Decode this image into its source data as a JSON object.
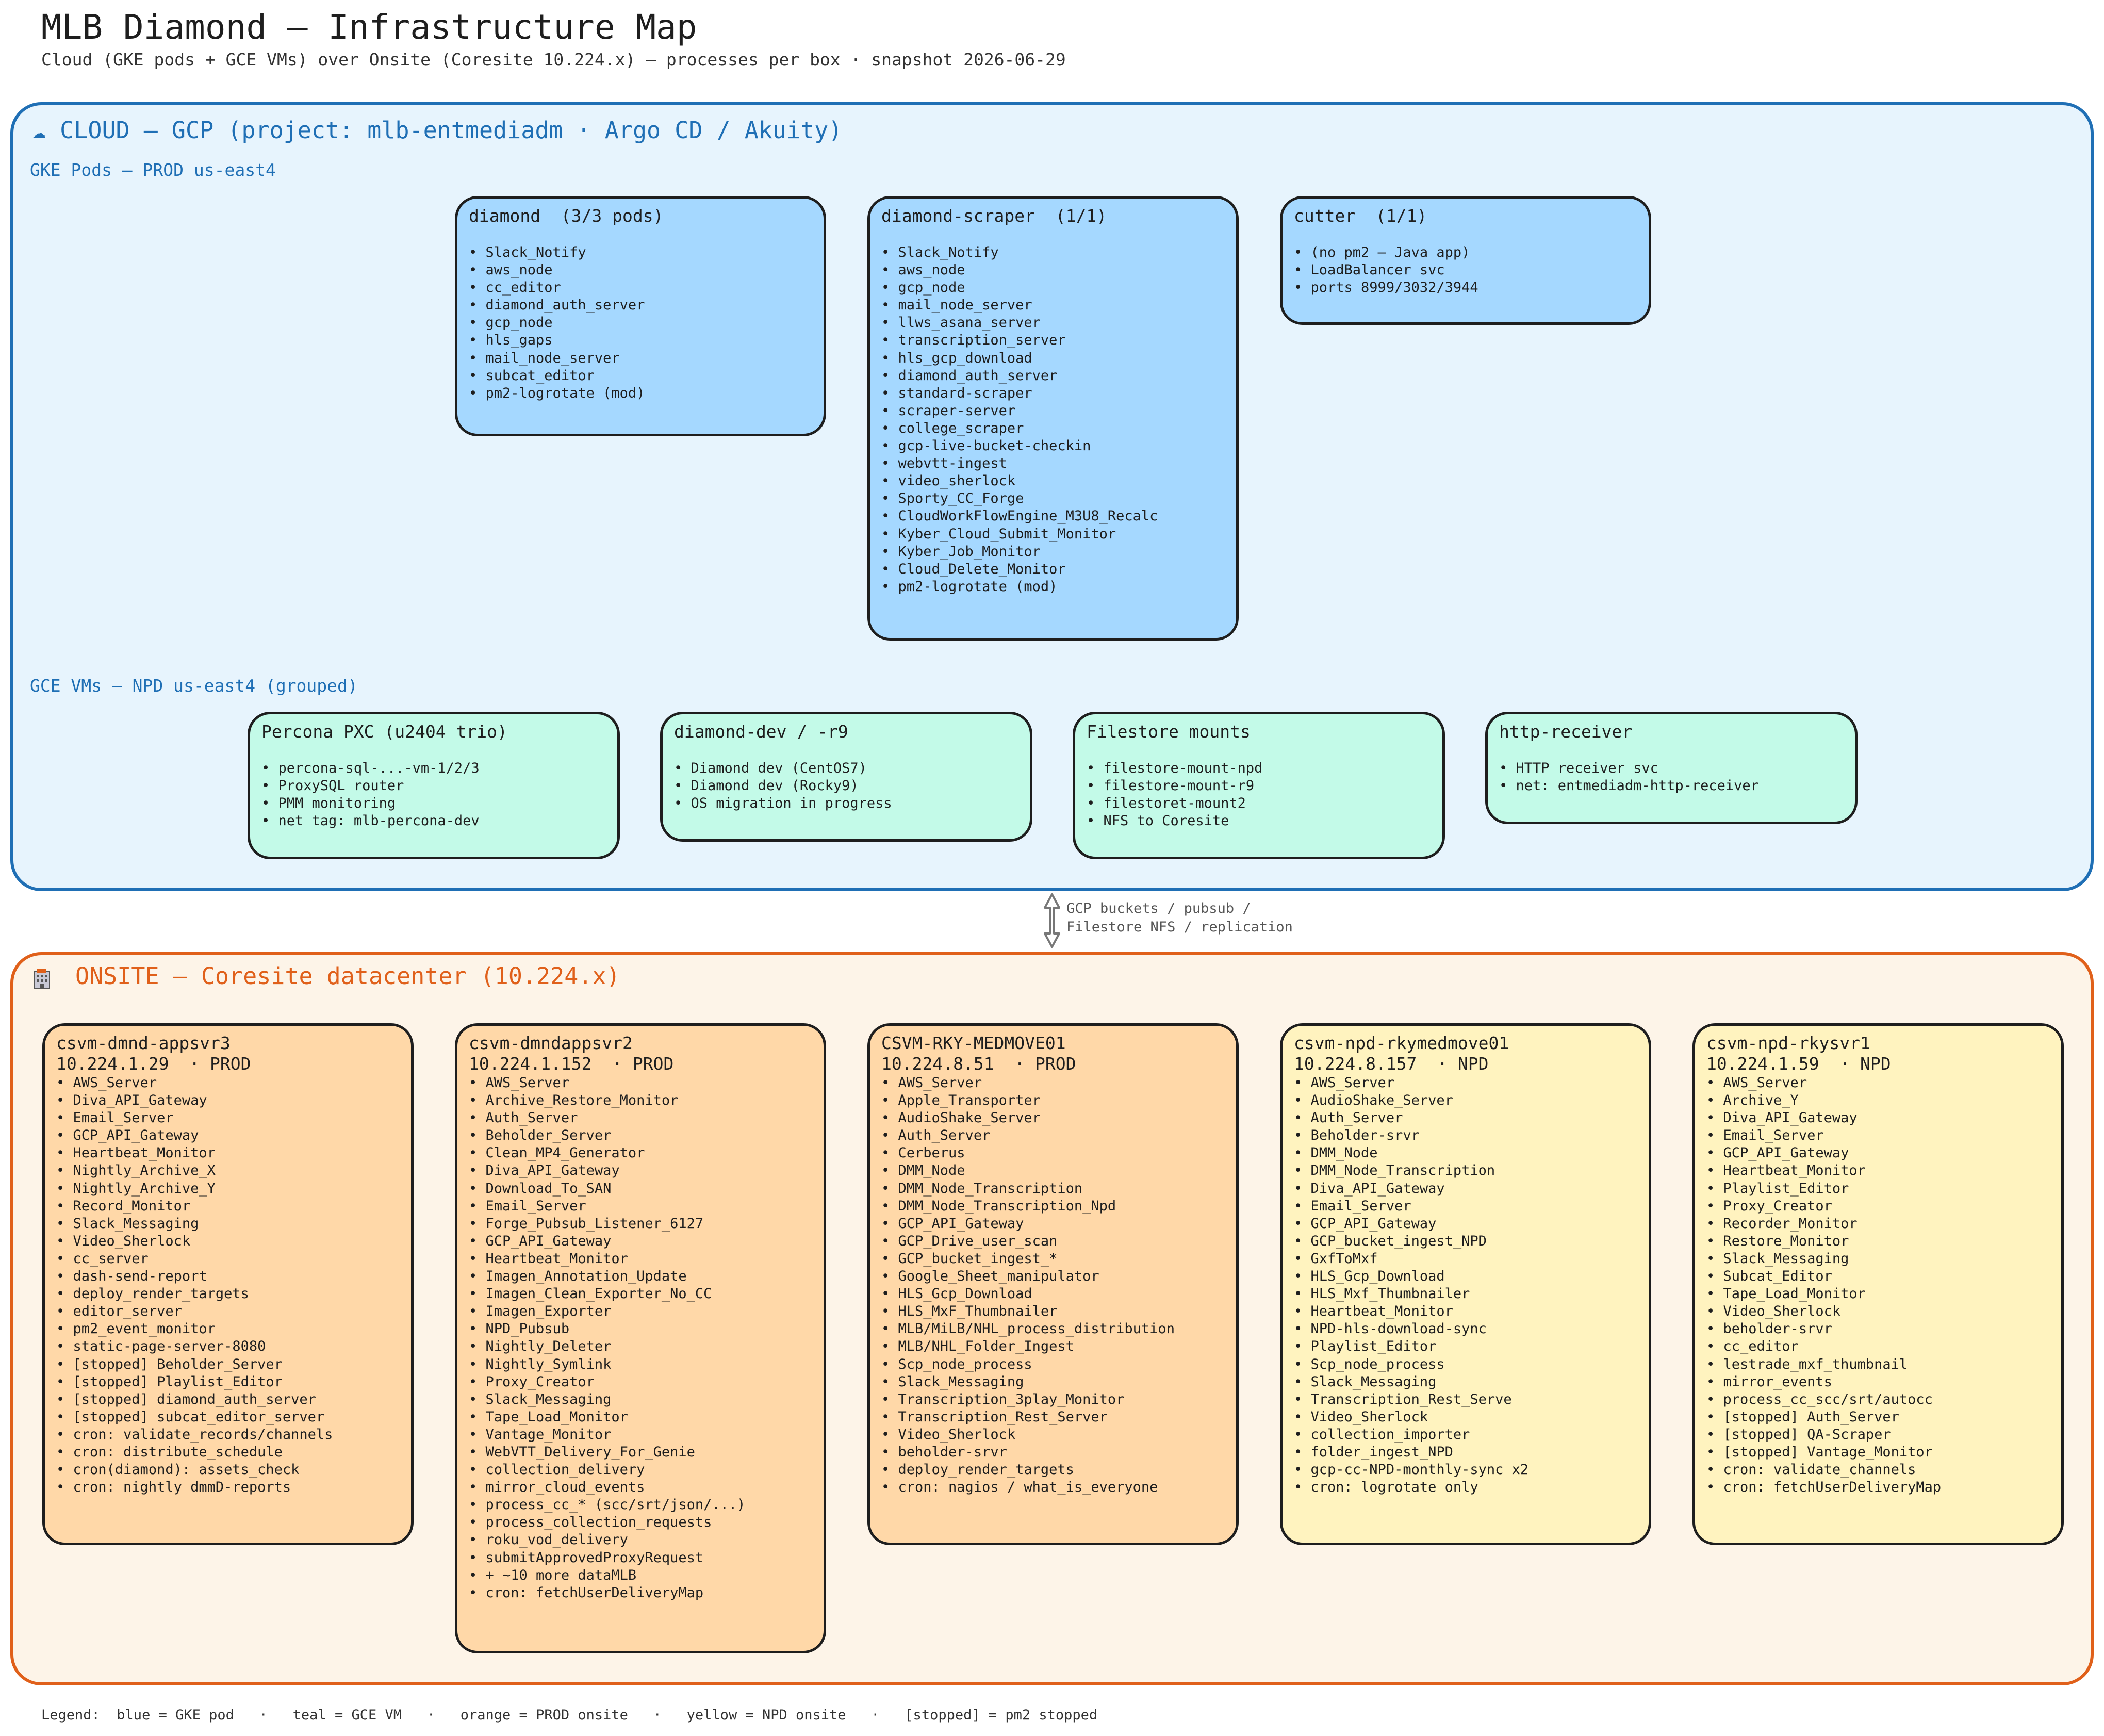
{
  "header": {
    "title": "MLB Diamond — Infrastructure Map",
    "subtitle": "Cloud (GKE pods + GCE VMs) over Onsite (Coresite 10.224.x) — processes per box · snapshot 2026-06-29"
  },
  "cloud": {
    "icon": "cloud-icon",
    "title": "☁  CLOUD — GCP  (project: mlb-entmediadm  · Argo CD / Akuity)",
    "gke_label": "GKE Pods — PROD us-east4",
    "gce_label": "GCE VMs — NPD us-east4 (grouped)",
    "pods": [
      {
        "title": "diamond  (3/3 pods)",
        "items": [
          "Slack_Notify",
          "aws_node",
          "cc_editor",
          "diamond_auth_server",
          "gcp_node",
          "hls_gaps",
          "mail_node_server",
          "subcat_editor",
          "pm2-logrotate (mod)"
        ]
      },
      {
        "title": "diamond-scraper  (1/1)",
        "items": [
          "Slack_Notify",
          "aws_node",
          "gcp_node",
          "mail_node_server",
          "llws_asana_server",
          "transcription_server",
          "hls_gcp_download",
          "diamond_auth_server",
          "standard-scraper",
          "scraper-server",
          "college_scraper",
          "gcp-live-bucket-checkin",
          "webvtt-ingest",
          "video_sherlock",
          "Sporty_CC_Forge",
          "CloudWorkFlowEngine_M3U8_Recalc",
          "Kyber_Cloud_Submit_Monitor",
          "Kyber_Job_Monitor",
          "Cloud_Delete_Monitor",
          "pm2-logrotate (mod)"
        ]
      },
      {
        "title": "cutter  (1/1)",
        "items": [
          "(no pm2 — Java app)",
          "LoadBalancer svc",
          "ports 8999/3032/3944"
        ]
      }
    ],
    "vms": [
      {
        "title": "Percona PXC (u2404 trio)",
        "items": [
          "percona-sql-...-vm-1/2/3",
          "ProxySQL router",
          "PMM monitoring",
          "net tag: mlb-percona-dev"
        ]
      },
      {
        "title": "diamond-dev / -r9",
        "items": [
          "Diamond dev (CentOS7)",
          "Diamond dev (Rocky9)",
          "OS migration in progress"
        ]
      },
      {
        "title": "Filestore mounts",
        "items": [
          "filestore-mount-npd",
          "filestore-mount-r9",
          "filestoret-mount2",
          "NFS to Coresite"
        ]
      },
      {
        "title": "http-receiver",
        "items": [
          "HTTP receiver svc",
          "net: entmediadm-http-receiver"
        ]
      }
    ]
  },
  "connector": {
    "label": "GCP buckets / pubsub /\nFilestore NFS / replication"
  },
  "onsite": {
    "icon": "building-icon",
    "title": "ONSITE — Coresite datacenter  (10.224.x)",
    "servers": [
      {
        "name": "csvm-dmnd-appsvr3",
        "ip": "10.224.1.29  · PROD",
        "env": "prod",
        "items": [
          "AWS_Server",
          "Diva_API_Gateway",
          "Email_Server",
          "GCP_API_Gateway",
          "Heartbeat_Monitor",
          "Nightly_Archive_X",
          "Nightly_Archive_Y",
          "Record_Monitor",
          "Slack_Messaging",
          "Video_Sherlock",
          "cc_server",
          "dash-send-report",
          "deploy_render_targets",
          "editor_server",
          "pm2_event_monitor",
          "static-page-server-8080",
          "[stopped] Beholder_Server",
          "[stopped] Playlist_Editor",
          "[stopped] diamond_auth_server",
          "[stopped] subcat_editor_server",
          "cron: validate_records/channels",
          "cron: distribute_schedule",
          "cron(diamond): assets_check",
          "cron: nightly dmmD-reports"
        ]
      },
      {
        "name": "csvm-dmndappsvr2",
        "ip": "10.224.1.152  · PROD",
        "env": "prod",
        "items": [
          "AWS_Server",
          "Archive_Restore_Monitor",
          "Auth_Server",
          "Beholder_Server",
          "Clean_MP4_Generator",
          "Diva_API_Gateway",
          "Download_To_SAN",
          "Email_Server",
          "Forge_Pubsub_Listener_6127",
          "GCP_API_Gateway",
          "Heartbeat_Monitor",
          "Imagen_Annotation_Update",
          "Imagen_Clean_Exporter_No_CC",
          "Imagen_Exporter",
          "NPD_Pubsub",
          "Nightly_Deleter",
          "Nightly_Symlink",
          "Proxy_Creator",
          "Slack_Messaging",
          "Tape_Load_Monitor",
          "Vantage_Monitor",
          "WebVTT_Delivery_For_Genie",
          "collection_delivery",
          "mirror_cloud_events",
          "process_cc_* (scc/srt/json/...)",
          "process_collection_requests",
          "roku_vod_delivery",
          "submitApprovedProxyRequest",
          "+ ~10 more dataMLB",
          "cron: fetchUserDeliveryMap"
        ]
      },
      {
        "name": "CSVM-RKY-MEDMOVE01",
        "ip": "10.224.8.51  · PROD",
        "env": "prod",
        "items": [
          "AWS_Server",
          "Apple_Transporter",
          "AudioShake_Server",
          "Auth_Server",
          "Cerberus",
          "DMM_Node",
          "DMM_Node_Transcription",
          "DMM_Node_Transcription_Npd",
          "GCP_API_Gateway",
          "GCP_Drive_user_scan",
          "GCP_bucket_ingest_*",
          "Google_Sheet_manipulator",
          "HLS_Gcp_Download",
          "HLS_MxF_Thumbnailer",
          "MLB/MiLB/NHL_process_distribution",
          "MLB/NHL_Folder_Ingest",
          "Scp_node_process",
          "Slack_Messaging",
          "Transcription_3play_Monitor",
          "Transcription_Rest_Server",
          "Video_Sherlock",
          "beholder-srvr",
          "deploy_render_targets",
          "cron: nagios / what_is_everyone"
        ]
      },
      {
        "name": "csvm-npd-rkymedmove01",
        "ip": "10.224.8.157  · NPD",
        "env": "npd",
        "items": [
          "AWS_Server",
          "AudioShake_Server",
          "Auth_Server",
          "Beholder-srvr",
          "DMM_Node",
          "DMM_Node_Transcription",
          "Diva_API_Gateway",
          "Email_Server",
          "GCP_API_Gateway",
          "GCP_bucket_ingest_NPD",
          "GxfToMxf",
          "HLS_Gcp_Download",
          "HLS_Mxf_Thumbnailer",
          "Heartbeat_Monitor",
          "NPD-hls-download-sync",
          "Playlist_Editor",
          "Scp_node_process",
          "Slack_Messaging",
          "Transcription_Rest_Serve",
          "Video_Sherlock",
          "collection_importer",
          "folder_ingest_NPD",
          "gcp-cc-NPD-monthly-sync x2",
          "cron: logrotate only"
        ]
      },
      {
        "name": "csvm-npd-rkysvr1",
        "ip": "10.224.1.59  · NPD",
        "env": "npd",
        "items": [
          "AWS_Server",
          "Archive_Y",
          "Diva_API_Gateway",
          "Email_Server",
          "GCP_API_Gateway",
          "Heartbeat_Monitor",
          "Playlist_Editor",
          "Proxy_Creator",
          "Recorder_Monitor",
          "Restore_Monitor",
          "Slack_Messaging",
          "Subcat_Editor",
          "Tape_Load_Monitor",
          "Video_Sherlock",
          "beholder-srvr",
          "cc_editor",
          "lestrade_mxf_thumbnail",
          "mirror_events",
          "process_cc_scc/srt/autocc",
          "[stopped] Auth_Server",
          "[stopped] QA-Scraper",
          "[stopped] Vantage_Monitor",
          "cron: validate_channels",
          "cron: fetchUserDeliveryMap"
        ]
      }
    ]
  },
  "legend": {
    "text": "Legend:  blue = GKE pod   ·   teal = GCE VM   ·   orange = PROD onsite   ·   yellow = NPD onsite   ·   [stopped] = pm2 stopped"
  },
  "colors": {
    "cloud_border": "#1f6fb5",
    "cloud_bg": "#e7f4fd",
    "onsite_border": "#e0601a",
    "onsite_bg": "#fdf4e8",
    "pod": "#a5d8ff",
    "vm": "#c3fae8",
    "prod": "#ffd8a8",
    "npd": "#fff3bf"
  }
}
